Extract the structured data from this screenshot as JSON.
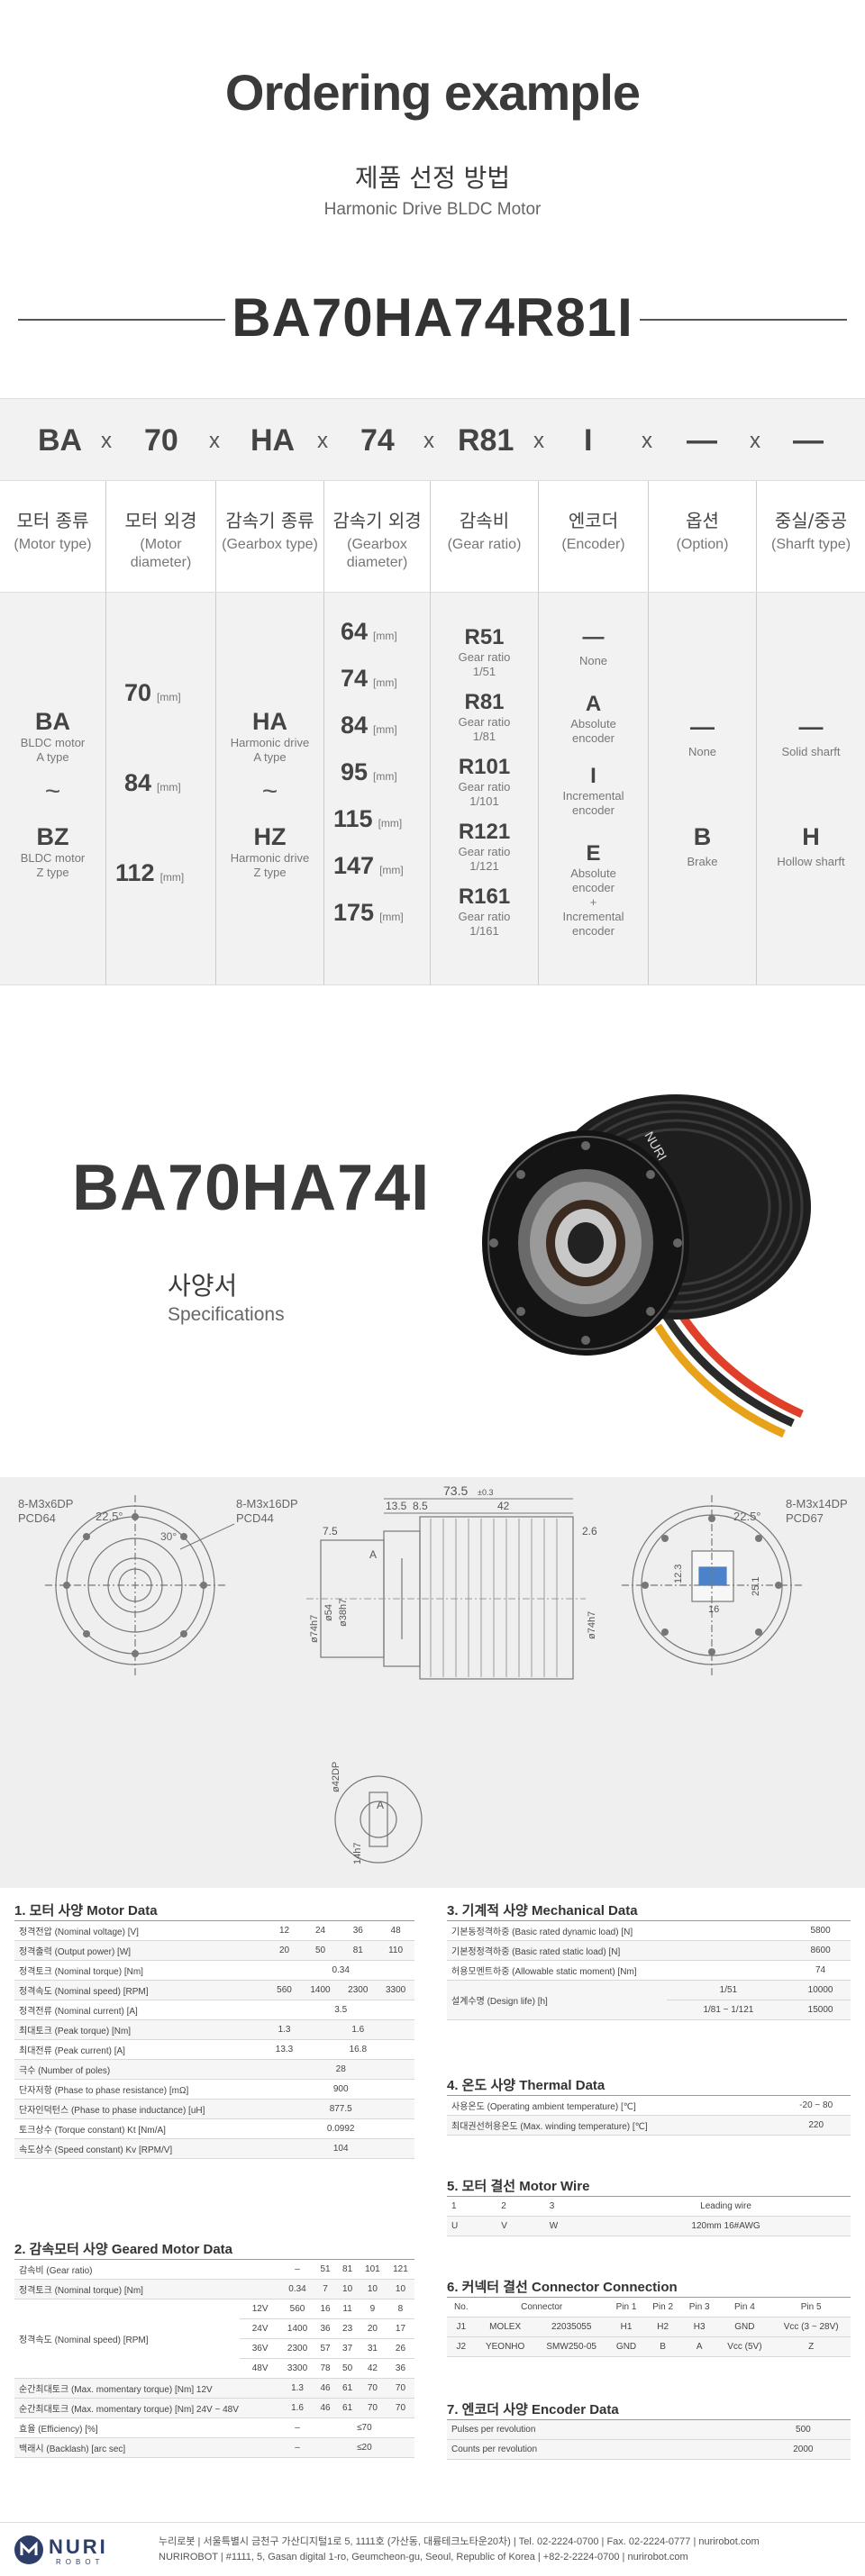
{
  "header": {
    "title": "Ordering example",
    "subtitle_ko": "제품 선정 방법",
    "subtitle_en": "Harmonic Drive BLDC Motor",
    "model_code": "BA70HA74R81I"
  },
  "order_code": {
    "tokens": [
      "BA",
      "70",
      "HA",
      "74",
      "R81",
      "I",
      "—",
      "—"
    ],
    "separator": "x"
  },
  "columns": [
    {
      "ko": "모터 종류",
      "en": "(Motor type)"
    },
    {
      "ko": "모터 외경",
      "en": "(Motor diameter)"
    },
    {
      "ko": "감속기 종류",
      "en": "(Gearbox type)"
    },
    {
      "ko": "감속기 외경",
      "en": "(Gearbox diameter)"
    },
    {
      "ko": "감속비",
      "en": "(Gear ratio)"
    },
    {
      "ko": "엔코더",
      "en": "(Encoder)"
    },
    {
      "ko": "옵션",
      "en": "(Option)"
    },
    {
      "ko": "중실/중공",
      "en": "(Sharft type)"
    }
  ],
  "motor_type": {
    "a_code": "BA",
    "a_l1": "BLDC motor",
    "a_l2": "A type",
    "tilde": "~",
    "z_code": "BZ",
    "z_l1": "BLDC motor",
    "z_l2": "Z type"
  },
  "motor_diameter": {
    "unit": "[mm]",
    "values": [
      "70",
      "84",
      "112"
    ]
  },
  "gearbox_type": {
    "a_code": "HA",
    "a_l1": "Harmonic drive",
    "a_l2": "A type",
    "tilde": "~",
    "z_code": "HZ",
    "z_l1": "Harmonic drive",
    "z_l2": "Z type"
  },
  "gearbox_diameter": {
    "unit": "[mm]",
    "values": [
      "64",
      "74",
      "84",
      "95",
      "115",
      "147",
      "175"
    ]
  },
  "gear_ratio": [
    {
      "code": "R51",
      "l1": "Gear ratio",
      "l2": "1/51"
    },
    {
      "code": "R81",
      "l1": "Gear ratio",
      "l2": "1/81"
    },
    {
      "code": "R101",
      "l1": "Gear ratio",
      "l2": "1/101"
    },
    {
      "code": "R121",
      "l1": "Gear ratio",
      "l2": "1/121"
    },
    {
      "code": "R161",
      "l1": "Gear ratio",
      "l2": "1/161"
    }
  ],
  "encoder": [
    {
      "code": "—",
      "l1": "None",
      "l2": "",
      "l3": "",
      "l4": ""
    },
    {
      "code": "A",
      "l1": "Absolute",
      "l2": "encoder",
      "l3": "",
      "l4": ""
    },
    {
      "code": "I",
      "l1": "Incremental",
      "l2": "encoder",
      "l3": "",
      "l4": ""
    },
    {
      "code": "E",
      "l1": "Absolute",
      "l2": "encoder",
      "l3": "+",
      "l4": "Incremental encoder"
    }
  ],
  "option": {
    "none_code": "—",
    "none_label": "None",
    "b_code": "B",
    "b_label": "Brake"
  },
  "shaft": {
    "solid_code": "—",
    "solid_label": "Solid sharft",
    "hollow_code": "H",
    "hollow_label": "Hollow sharft"
  },
  "product": {
    "model": "BA70HA74I",
    "spec_ko": "사양서",
    "spec_en": "Specifications",
    "brand_mark": "NURI"
  },
  "drawing": {
    "left_hole1": "8-M3x6DP",
    "left_pcd1": "PCD64",
    "left_hole2": "8-M3x16DP",
    "left_pcd2": "PCD44",
    "ang1": "22.5°",
    "ang2": "30°",
    "length": "73.5",
    "length_tol": "±0.3",
    "d13_5": "13.5",
    "d8_5": "8.5",
    "d42": "42",
    "d2_6": "2.6",
    "d7_5": "7.5",
    "phi74": "ø74h7",
    "phi54": "ø54",
    "phi38": "ø38h7",
    "phi74b": "ø74h7",
    "sec_a": "A",
    "hollow": "ø42DP",
    "shaft_dia": "14h7",
    "right_hole": "8-M3x14DP",
    "right_pcd": "PCD67",
    "ang3": "22.5°",
    "dim12_3": "12.3",
    "dim16": "16",
    "dim25_1": "25.1"
  },
  "motor_data": {
    "title": "1. 모터 사양 Motor Data",
    "rows": [
      [
        "정격전압 (Nominal voltage) [V]",
        "12",
        "24",
        "36",
        "48"
      ],
      [
        "정격출력 (Output power) [W]",
        "20",
        "50",
        "81",
        "110"
      ],
      [
        "정격토크 (Nominal torque) [Nm]",
        "0.34",
        "",
        "",
        ""
      ],
      [
        "정격속도 (Nominal speed) [RPM]",
        "560",
        "1400",
        "2300",
        "3300"
      ],
      [
        "정격전류 (Nominal current) [A]",
        "3.5",
        "",
        "",
        ""
      ],
      [
        "최대토크 (Peak torque) [Nm]",
        "1.3",
        "1.6",
        "",
        ""
      ],
      [
        "최대전류 (Peak current) [A]",
        "13.3",
        "16.8",
        "",
        ""
      ],
      [
        "극수 (Number of poles)",
        "28",
        "",
        "",
        ""
      ],
      [
        "단자저항 (Phase to phase resistance) [mΩ]",
        "900",
        "",
        "",
        ""
      ],
      [
        "단자인덕턴스 (Phase to phase inductance) [uH]",
        "877.5",
        "",
        "",
        ""
      ],
      [
        "토크상수 (Torque constant) Kt [Nm/A]",
        "0.0992",
        "",
        "",
        ""
      ],
      [
        "속도상수 (Speed constant) Kv [RPM/V]",
        "104",
        "",
        "",
        ""
      ]
    ]
  },
  "geared_data": {
    "title": "2. 감속모터 사양 Geared Motor Data",
    "ratio_label": "감속비 (Gear ratio)",
    "ratio_dash": "–",
    "ratios": [
      "51",
      "81",
      "101",
      "121"
    ],
    "torque_label": "정격토크 (Nominal torque) [Nm]",
    "torque_base": "0.34",
    "torques": [
      "7",
      "10",
      "10",
      "10"
    ],
    "speed_label": "정격속도 (Nominal speed) [RPM]",
    "speeds": [
      {
        "v": "12V",
        "base": "560",
        "vals": [
          "16",
          "11",
          "9",
          "8"
        ]
      },
      {
        "v": "24V",
        "base": "1400",
        "vals": [
          "36",
          "23",
          "20",
          "17"
        ]
      },
      {
        "v": "36V",
        "base": "2300",
        "vals": [
          "57",
          "37",
          "31",
          "26"
        ]
      },
      {
        "v": "48V",
        "base": "3300",
        "vals": [
          "78",
          "50",
          "42",
          "36"
        ]
      }
    ],
    "peak1_label": "순간최대토크 (Max. momentary torque) [Nm] 12V",
    "peak1_base": "1.3",
    "peak1": [
      "46",
      "61",
      "70",
      "70"
    ],
    "peak2_label": "순간최대토크 (Max. momentary torque) [Nm] 24V ~ 48V",
    "peak2_base": "1.6",
    "peak2": [
      "46",
      "61",
      "70",
      "70"
    ],
    "eff_label": "효율 (Efficiency) [%]",
    "eff_dash": "–",
    "eff": "≤70",
    "back_label": "백래시 (Backlash) [arc sec]",
    "back_dash": "–",
    "back": "≤20"
  },
  "mech_data": {
    "title": "3. 기계적 사양 Mechanical Data",
    "r1l": "기본동정격하중 (Basic rated dynamic load) [N]",
    "r1v": "5800",
    "r2l": "기본정정격하중 (Basic rated static load) [N]",
    "r2v": "8600",
    "r3l": "허용모멘트하중 (Allowable static moment) [Nm]",
    "r3v": "74",
    "r4l": "설계수명 (Design life) [h]",
    "r4a": "1/51",
    "r4av": "10000",
    "r4b": "1/81 ~ 1/121",
    "r4bv": "15000"
  },
  "thermal_data": {
    "title": "4. 온도 사양 Thermal Data",
    "r1l": "사용온도 (Operating ambient temperature) [℃]",
    "r1v": "-20 ~ 80",
    "r2l": "최대권선허용온도 (Max. winding temperature) [℃]",
    "r2v": "220"
  },
  "wire_data": {
    "title": "5. 모터 결선 Motor Wire",
    "h": [
      "1",
      "2",
      "3",
      "Leading wire"
    ],
    "r": [
      "U",
      "V",
      "W",
      "120mm 16#AWG"
    ]
  },
  "conn_data": {
    "title": "6. 커넥터 결선 Connector Connection",
    "h": [
      "No.",
      "Connector",
      "Pin 1",
      "Pin 2",
      "Pin 3",
      "Pin 4",
      "Pin 5"
    ],
    "r1": [
      "J1",
      "MOLEX",
      "22035055",
      "H1",
      "H2",
      "H3",
      "GND",
      "Vcc (3 ~ 28V)"
    ],
    "r2": [
      "J2",
      "YEONHO",
      "SMW250-05",
      "GND",
      "B",
      "A",
      "Vcc (5V)",
      "Z"
    ]
  },
  "enc_data": {
    "title": "7. 엔코더 사양 Encoder Data",
    "r1l": "Pulses per revolution",
    "r1v": "500",
    "r2l": "Counts per revolution",
    "r2v": "2000"
  },
  "footer": {
    "logo": "NURI",
    "logo_sub": "ROBOT",
    "line1": "누리로봇 | 서울특별시 금천구 가산디지털1로 5, 1111호 (가산동, 대륭테크노타운20차) | Tel. 02-2224-0700 | Fax. 02-2224-0777 | nurirobot.com",
    "line2": "NURIROBOT | #1111, 5, Gasan digital 1-ro, Geumcheon-gu, Seoul, Republic of Korea | +82-2-2224-0700 | nurirobot.com"
  }
}
